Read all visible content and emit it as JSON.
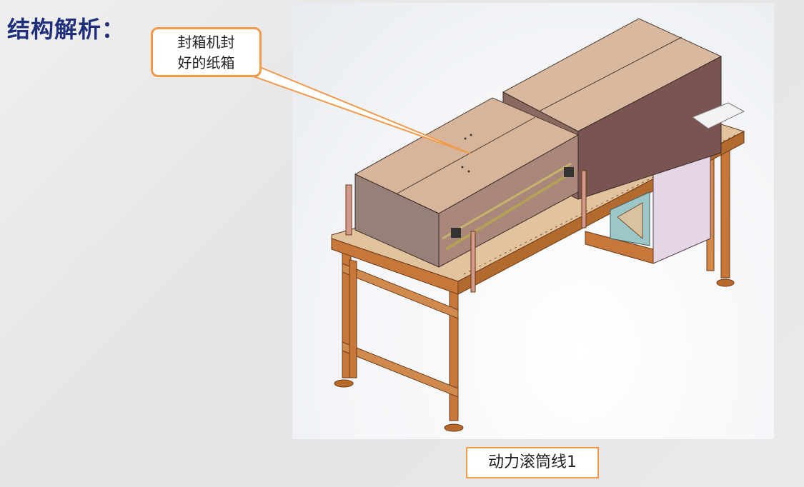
{
  "slide": {
    "title": "结构解析：",
    "callout": {
      "line1": "封箱机封",
      "line2": "好的纸箱"
    },
    "caption": "动力滚筒线1"
  },
  "colors": {
    "title": "#1f2f7a",
    "accent_border": "#f29a4a",
    "frame": "#c8773a",
    "box": "#a8877a"
  }
}
